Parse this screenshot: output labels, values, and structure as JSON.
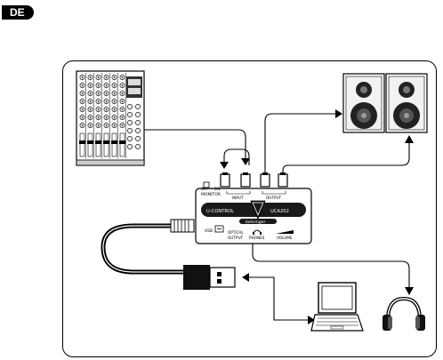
{
  "language_badge": "DE",
  "device": {
    "brand": "behringer",
    "model_left": "U-CONTROL",
    "model_right": "UCA202",
    "labels": {
      "off_on": "OFF • ON",
      "monitor": "MONITOR",
      "input": "INPUT",
      "output": "OUTPUT",
      "usb": "USB",
      "optical": "OPTICAL",
      "optical_output": "OUTPUT",
      "phones": "PHONES",
      "volume": "VOLUME"
    }
  },
  "components": [
    "mixer",
    "usb-interface",
    "studio-monitors",
    "laptop",
    "headphones",
    "usb-cable"
  ]
}
